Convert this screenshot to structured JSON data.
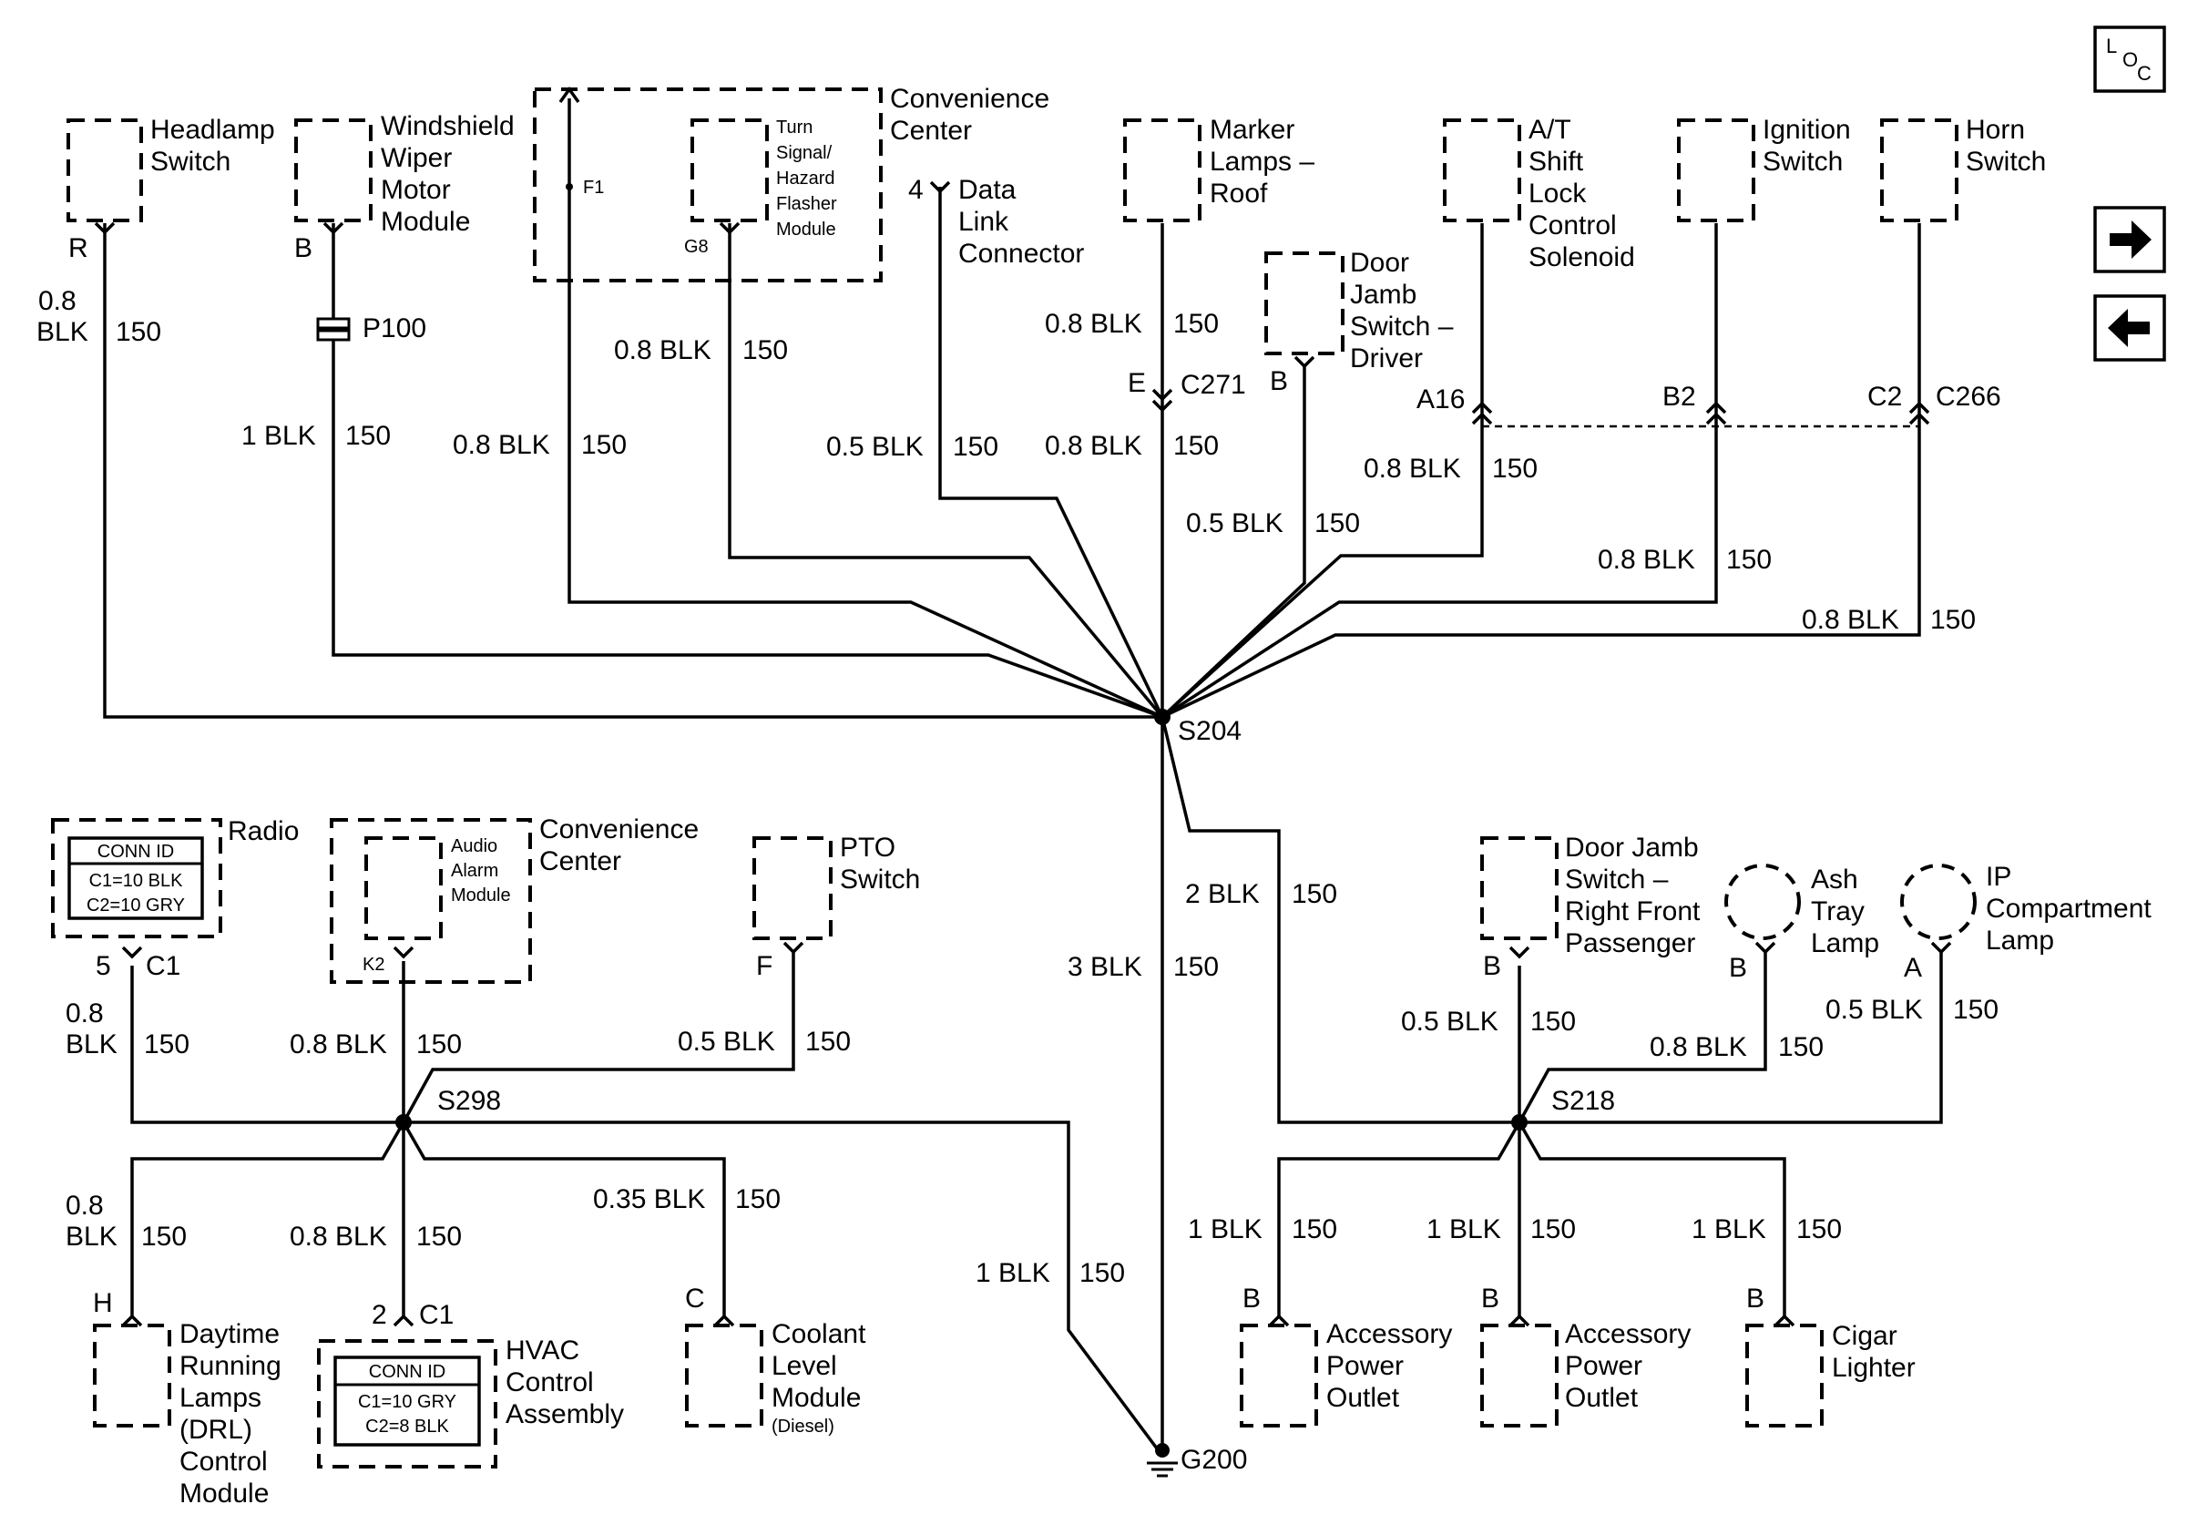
{
  "navigation": {
    "loc_icon_label_l": "L",
    "loc_icon_label_o": "O",
    "loc_icon_label_c": "C",
    "next_icon": "right-arrow",
    "prev_icon": "left-arrow"
  },
  "splices": {
    "s204": "S204",
    "s298": "S298",
    "s218": "S218"
  },
  "ground": {
    "label": "G200"
  },
  "inline_connectors": {
    "p100": "P100",
    "c271": "C271",
    "c271_pin": "E",
    "c266": "C266",
    "c266_pin_a16": "A16",
    "c266_pin_b2": "B2",
    "c266_pin_c2": "C2"
  },
  "components": {
    "headlamp_switch": {
      "line1": "Headlamp",
      "line2": "Switch",
      "pin": "R"
    },
    "wiper_module": {
      "line1": "Windshield",
      "line2": "Wiper",
      "line3": "Motor",
      "line4": "Module",
      "pin": "B"
    },
    "convenience_center_top": {
      "line1": "Convenience",
      "line2": "Center",
      "pin_f1": "F1",
      "pin_g8": "G8"
    },
    "turn_signal_module": {
      "line1": "Turn",
      "line2": "Signal/",
      "line3": "Hazard",
      "line4": "Flasher",
      "line5": "Module"
    },
    "data_link_connector": {
      "line1": "Data",
      "line2": "Link",
      "line3": "Connector",
      "pin": "4"
    },
    "marker_lamps_roof": {
      "line1": "Marker",
      "line2": "Lamps –",
      "line3": "Roof"
    },
    "door_jamb_driver": {
      "line1": "Door",
      "line2": "Jamb",
      "line3": "Switch –",
      "line4": "Driver",
      "pin": "B"
    },
    "shift_lock_solenoid": {
      "line1": "A/T",
      "line2": "Shift",
      "line3": "Lock",
      "line4": "Control",
      "line5": "Solenoid"
    },
    "ignition_switch": {
      "line1": "Ignition",
      "line2": "Switch"
    },
    "horn_switch": {
      "line1": "Horn",
      "line2": "Switch"
    },
    "radio": {
      "label": "Radio",
      "conn_title": "CONN ID",
      "conn_c1": "C1=10 BLK",
      "conn_c2": "C2=10 GRY",
      "pin": "5",
      "conn": "C1"
    },
    "convenience_center_bottom": {
      "line1": "Convenience",
      "line2": "Center",
      "pin": "K2"
    },
    "audio_alarm_module": {
      "line1": "Audio",
      "line2": "Alarm",
      "line3": "Module"
    },
    "pto_switch": {
      "line1": "PTO",
      "line2": "Switch",
      "pin": "F"
    },
    "door_jamb_rf": {
      "line1": "Door Jamb",
      "line2": "Switch –",
      "line3": "Right Front",
      "line4": "Passenger",
      "pin": "B"
    },
    "ash_tray_lamp": {
      "line1": "Ash",
      "line2": "Tray",
      "line3": "Lamp",
      "pin": "B"
    },
    "ip_compartment_lamp": {
      "line1": "IP",
      "line2": "Compartment",
      "line3": "Lamp",
      "pin": "A"
    },
    "drl_module": {
      "line1": "Daytime",
      "line2": "Running",
      "line3": "Lamps",
      "line4": "(DRL)",
      "line5": "Control",
      "line6": "Module",
      "pin": "H"
    },
    "hvac_control": {
      "line1": "HVAC",
      "line2": "Control",
      "line3": "Assembly",
      "conn_title": "CONN ID",
      "conn_c1": "C1=10 GRY",
      "conn_c2": "C2=8 BLK",
      "pin": "2",
      "conn": "C1"
    },
    "coolant_level_module": {
      "line1": "Coolant",
      "line2": "Level",
      "line3": "Module",
      "line4": "(Diesel)",
      "pin": "C"
    },
    "accessory_outlet_1": {
      "line1": "Accessory",
      "line2": "Power",
      "line3": "Outlet",
      "pin": "B"
    },
    "accessory_outlet_2": {
      "line1": "Accessory",
      "line2": "Power",
      "line3": "Outlet",
      "pin": "B"
    },
    "cigar_lighter": {
      "line1": "Cigar",
      "line2": "Lighter",
      "pin": "B"
    }
  },
  "wires": {
    "headlamp_gauge": "0.8",
    "headlamp_color": "BLK",
    "headlamp_circuit": "150",
    "wiper_spec": "1 BLK",
    "wiper_circuit": "150",
    "f1_spec": "0.8 BLK",
    "f1_circuit": "150",
    "g8_spec": "0.8 BLK",
    "g8_circuit": "150",
    "dlc_spec": "0.5 BLK",
    "dlc_circuit": "150",
    "marker_upper_spec": "0.8 BLK",
    "marker_upper_circuit": "150",
    "marker_lower_spec": "0.8 BLK",
    "marker_lower_circuit": "150",
    "door_driver_spec": "0.5 BLK",
    "door_driver_circuit": "150",
    "shift_lock_spec": "0.8 BLK",
    "shift_lock_circuit": "150",
    "ignition_spec": "0.8 BLK",
    "ignition_circuit": "150",
    "horn_spec": "0.8 BLK",
    "horn_circuit": "150",
    "s218_feed_spec": "2 BLK",
    "s218_feed_circuit": "150",
    "ground_spec": "3 BLK",
    "ground_circuit": "150",
    "s298_ground_spec": "1 BLK",
    "s298_ground_circuit": "150",
    "radio_gauge": "0.8",
    "radio_color": "BLK",
    "radio_circuit": "150",
    "alarm_spec": "0.8 BLK",
    "alarm_circuit": "150",
    "pto_spec": "0.5 BLK",
    "pto_circuit": "150",
    "drl_gauge": "0.8",
    "drl_color": "BLK",
    "drl_circuit": "150",
    "hvac_spec": "0.8 BLK",
    "hvac_circuit": "150",
    "coolant_spec": "0.35 BLK",
    "coolant_circuit": "150",
    "door_rf_spec": "0.5 BLK",
    "door_rf_circuit": "150",
    "ash_tray_spec": "0.8 BLK",
    "ash_tray_circuit": "150",
    "ip_lamp_spec": "0.5 BLK",
    "ip_lamp_circuit": "150",
    "outlet1_spec": "1 BLK",
    "outlet1_circuit": "150",
    "outlet2_spec": "1 BLK",
    "outlet2_circuit": "150",
    "cigar_spec": "1 BLK",
    "cigar_circuit": "150"
  }
}
